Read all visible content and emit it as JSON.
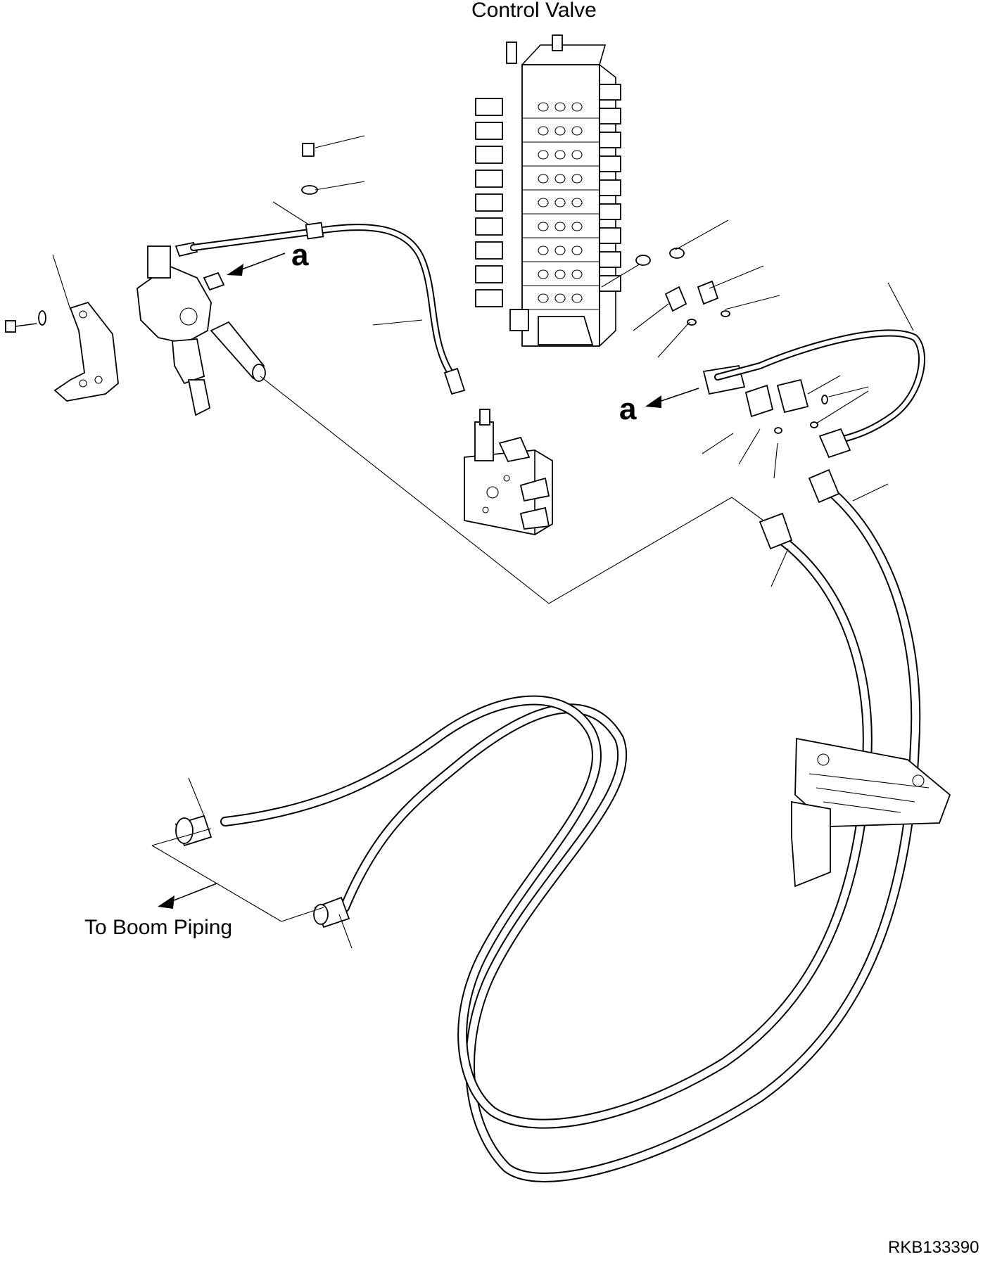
{
  "diagram": {
    "title": "Control Valve",
    "boom_label": "To Boom Piping",
    "ref_marker_left": "a",
    "ref_marker_right": "a",
    "drawing_code": "RKB133390"
  },
  "colors": {
    "line": "#000000",
    "background": "#ffffff"
  },
  "icons": [
    "control-valve-icon",
    "pilot-valve-icon",
    "solenoid-valve-icon",
    "bracket-icon",
    "hose-clamp-icon",
    "fitting-icon",
    "o-ring-icon",
    "bolt-icon",
    "washer-icon"
  ]
}
